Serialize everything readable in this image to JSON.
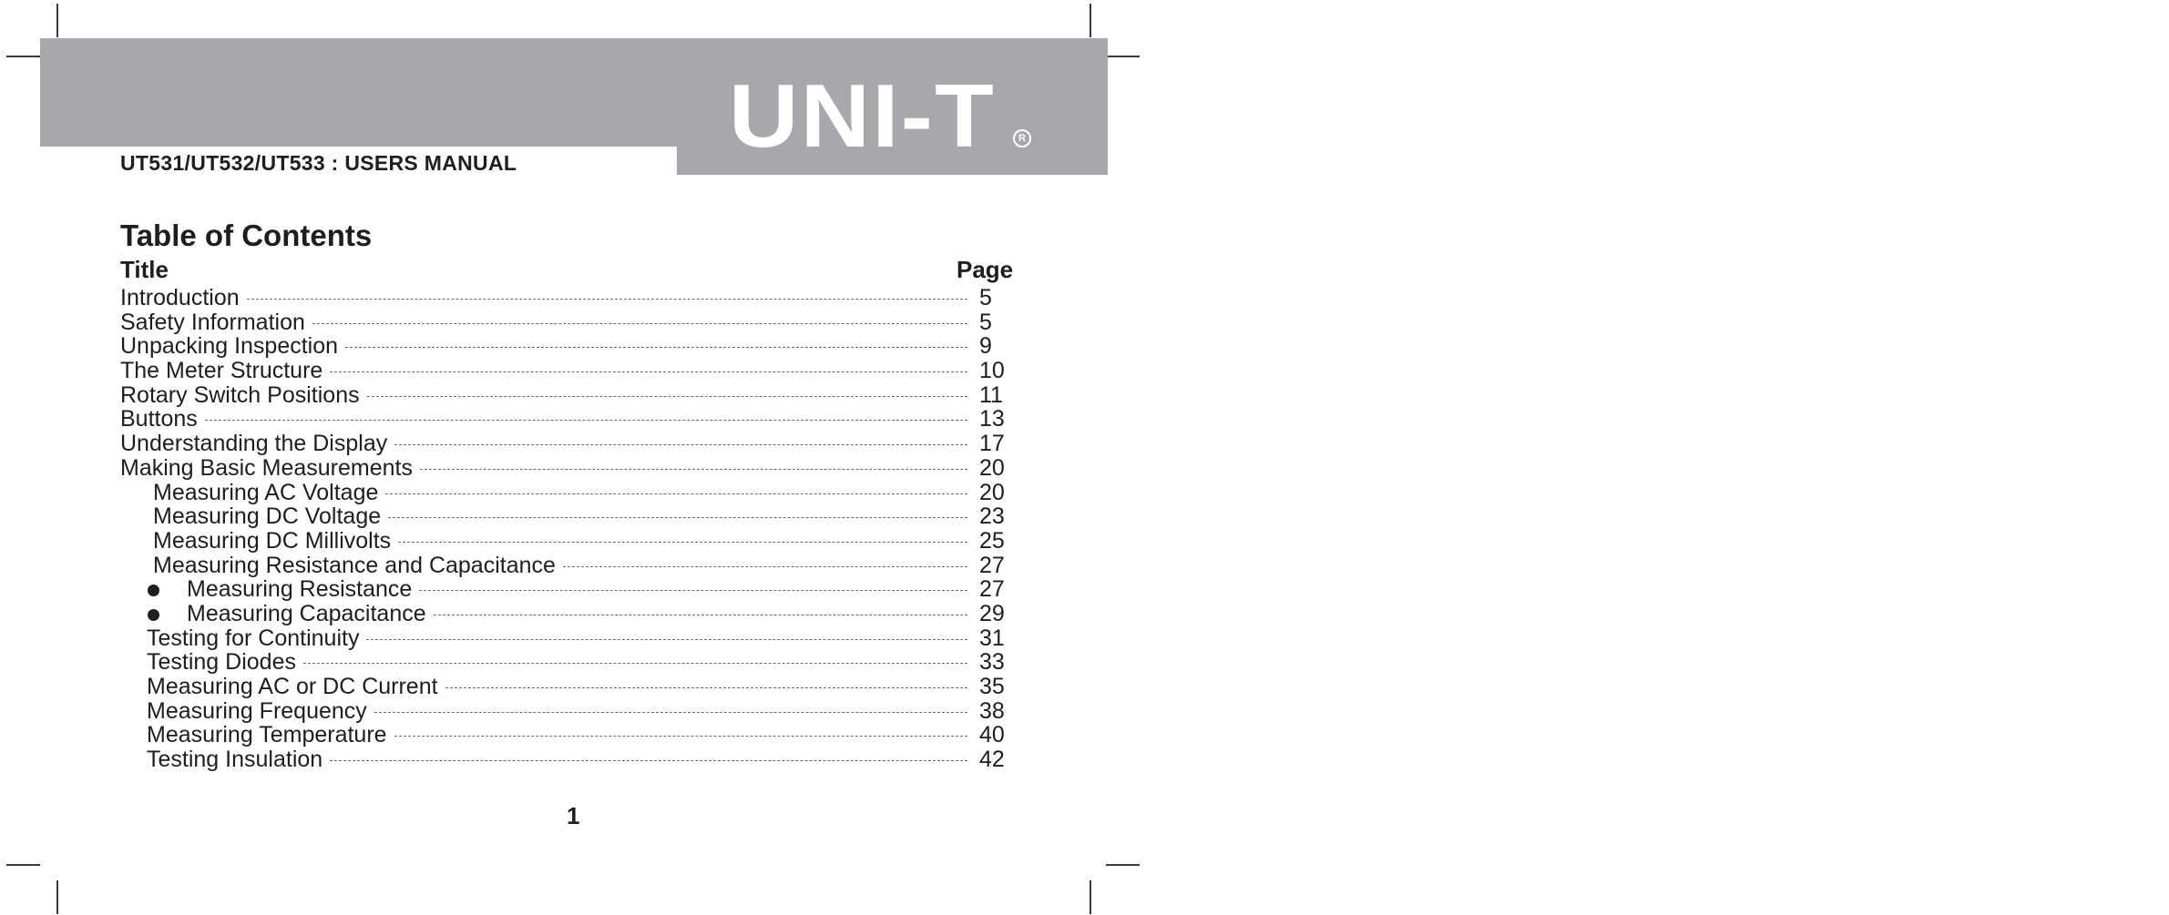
{
  "header": {
    "brand": "UNI-T",
    "registered": "R",
    "manual_title": "UT531/UT532/UT533 : USERS MANUAL"
  },
  "toc": {
    "heading": "Table of Contents",
    "col_title": "Title",
    "col_page": "Page",
    "entries": [
      {
        "title": "Introduction",
        "page": "5",
        "level": 0
      },
      {
        "title": "Safety Information",
        "page": "5",
        "level": 0
      },
      {
        "title": "Unpacking Inspection",
        "page": "9",
        "level": 0
      },
      {
        "title": "The Meter Structure",
        "page": "10",
        "level": 0
      },
      {
        "title": "Rotary Switch Positions",
        "page": "11",
        "level": 0
      },
      {
        "title": "Buttons",
        "page": "13",
        "level": 0
      },
      {
        "title": "Understanding the Display",
        "page": "17",
        "level": 0
      },
      {
        "title": "Making Basic Measurements",
        "page": "20",
        "level": 0
      },
      {
        "title": "Measuring AC Voltage",
        "page": "20",
        "level": 1
      },
      {
        "title": "Measuring DC Voltage",
        "page": "23",
        "level": 1
      },
      {
        "title": "Measuring DC Millivolts",
        "page": "25",
        "level": 1
      },
      {
        "title": "Measuring Resistance and Capacitance",
        "page": "27",
        "level": 1
      },
      {
        "title": "Measuring Resistance",
        "page": "27",
        "level": 2
      },
      {
        "title": "Measuring Capacitance",
        "page": "29",
        "level": 2
      },
      {
        "title": "Testing for Continuity",
        "page": "31",
        "level": 3
      },
      {
        "title": "Testing Diodes",
        "page": "33",
        "level": 3
      },
      {
        "title": "Measuring AC or DC Current",
        "page": "35",
        "level": 3
      },
      {
        "title": "Measuring Frequency",
        "page": "38",
        "level": 3
      },
      {
        "title": "Measuring Temperature",
        "page": "40",
        "level": 3
      },
      {
        "title": "Testing Insulation",
        "page": "42",
        "level": 3
      }
    ]
  },
  "footer": {
    "page_number": "1"
  }
}
